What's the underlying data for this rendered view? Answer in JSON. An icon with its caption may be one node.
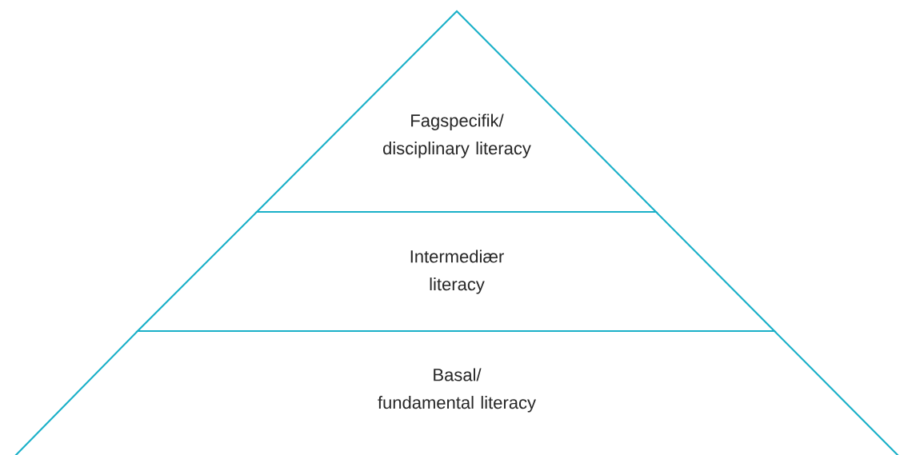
{
  "diagram": {
    "nodes": [
      {
        "text": [
          "Fagspecifik/ disciplinary literacy"
        ]
      },
      {
        "text": [
          "Intermediær literacy"
        ]
      },
      {
        "text": [
          "Basal/ fundamental literacy"
        ]
      }
    ]
  }
}
